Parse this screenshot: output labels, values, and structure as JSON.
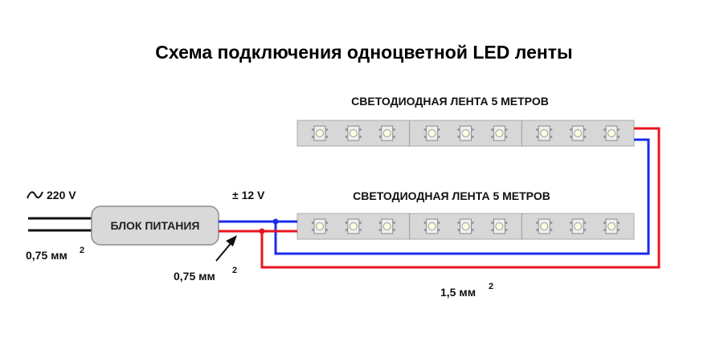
{
  "title": "Схема подключения одноцветной LED ленты",
  "strip_top_label": "СВЕТОДИОДНАЯ ЛЕНТА 5 МЕТРОВ",
  "strip_bottom_label": "СВЕТОДИОДНАЯ ЛЕНТА 5 МЕТРОВ",
  "power_supply_label": "БЛОК ПИТАНИЯ",
  "ac_input_label": "220 V",
  "dc_output_label": "± 12 V",
  "input_wire_gauge": "0,75 мм",
  "input_wire_gauge_sup": "2",
  "output_wire_gauge": "0,75 мм",
  "output_wire_gauge_sup": "2",
  "long_wire_gauge": "1,5 мм",
  "long_wire_gauge_sup": "2",
  "colors": {
    "positive_wire": "#e8141e",
    "negative_wire": "#1a2ce8",
    "mains_wire": "#111111",
    "strip_body": "#d7d7d7",
    "psu_body": "#d9d9d9"
  },
  "icons": {
    "ac": "ac-sine-icon",
    "led": "smd-led-icon",
    "arrow": "pointer-arrow-icon"
  }
}
